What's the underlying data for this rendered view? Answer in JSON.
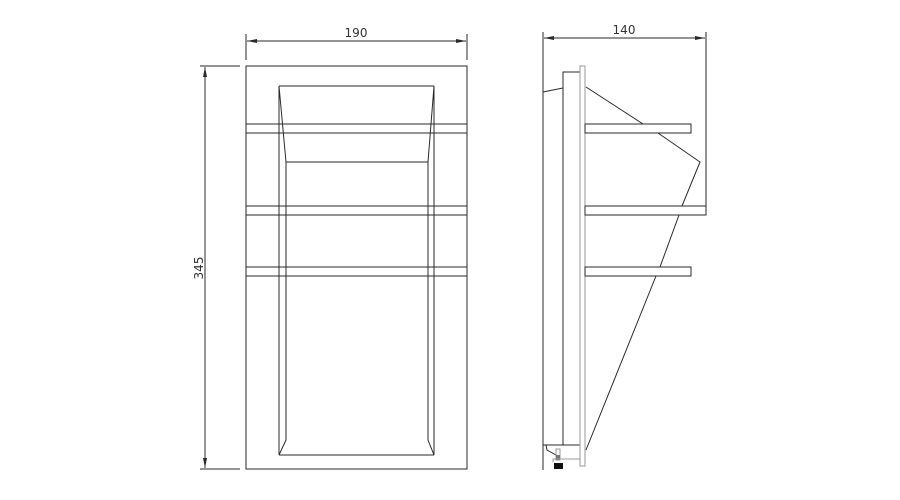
{
  "front_view": {
    "width_dimension": "190",
    "height_dimension": "345"
  },
  "side_view": {
    "depth_dimension": "140"
  },
  "colors": {
    "line": "#2a2a2a",
    "background": "#ffffff"
  }
}
